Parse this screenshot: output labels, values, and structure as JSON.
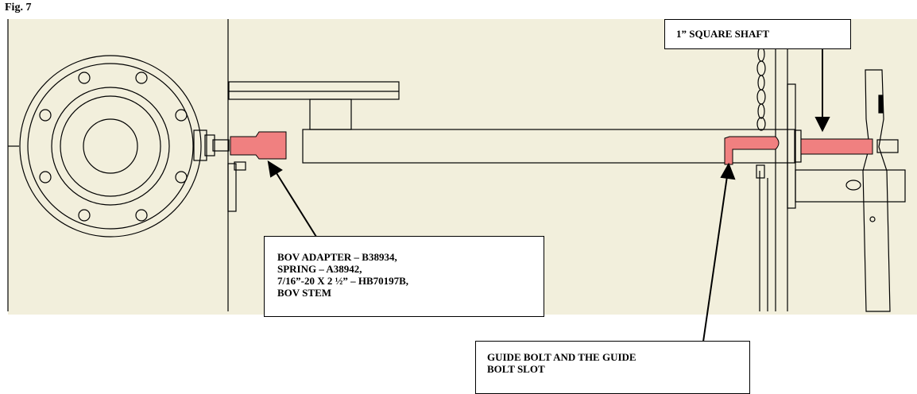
{
  "figure": {
    "label": "Fig. 7"
  },
  "callouts": {
    "shaft": {
      "text": "1” SQUARE SHAFT"
    },
    "adapter": {
      "lines": [
        "BOV ADAPTER – B38934,",
        "SPRING – A38942,",
        "7/16”-20 X 2 ½” – HB70197B,",
        "BOV STEM"
      ]
    },
    "guide": {
      "lines": [
        "GUIDE BOLT AND THE GUIDE",
        "BOLT SLOT"
      ]
    }
  },
  "colors": {
    "background": "#f2efdc",
    "highlight": "#f08080",
    "line": "#000000"
  }
}
